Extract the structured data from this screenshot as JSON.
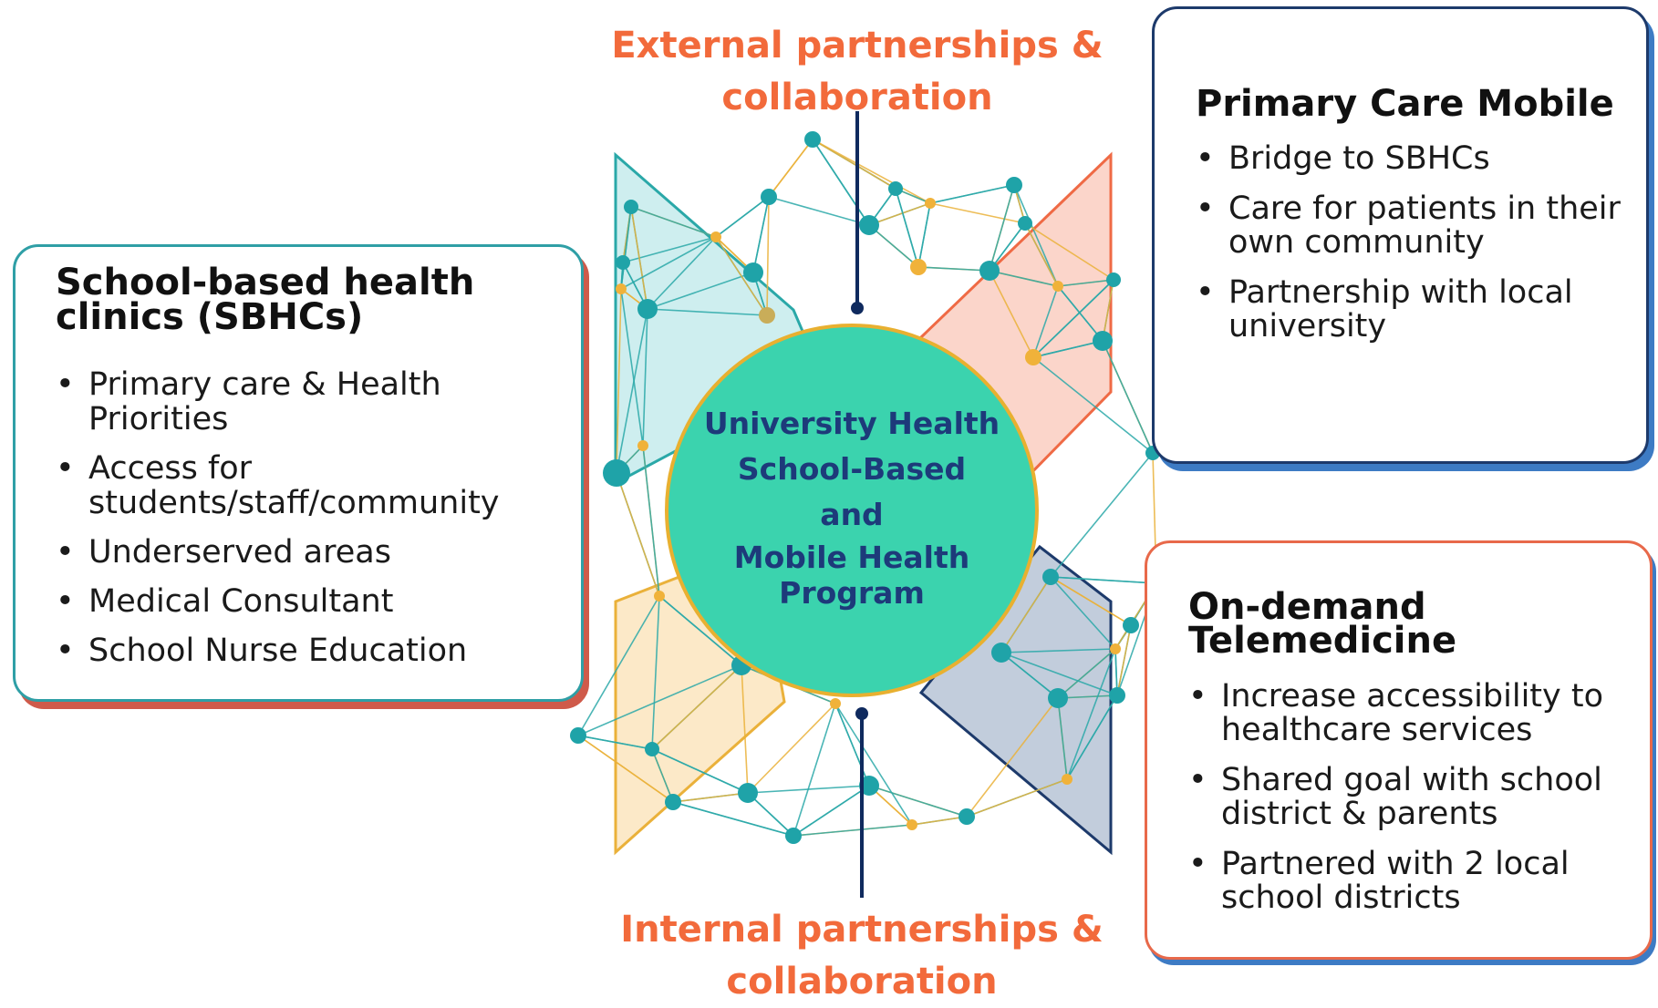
{
  "center": {
    "lines": [
      "University Health",
      "School-Based",
      "and",
      "Mobile Health",
      "Program"
    ]
  },
  "external_label": "External partnerships & collaboration",
  "internal_label": "Internal partnerships & collaboration",
  "cards": {
    "sbhc": {
      "title": "School-based health clinics (SBHCs)",
      "items": [
        "Primary care & Health Priorities",
        "Access for students/staff/community",
        "Underserved areas",
        "Medical Consultant",
        "School Nurse Education"
      ]
    },
    "mobile": {
      "title": "Primary Care Mobile",
      "items": [
        "Bridge to SBHCs",
        "Care for patients in their own community",
        "Partnership with local university"
      ]
    },
    "telemedicine": {
      "title": "On-demand Telemedicine",
      "items": [
        "Increase accessibility to healthcare services",
        "Shared goal with school district & parents",
        "Partnered with 2 local school districts"
      ]
    }
  },
  "colors": {
    "teal": "#2aa8a8",
    "gold": "#eab13a",
    "coral": "#ef6a45",
    "navy": "#1d3a6b",
    "hub_fill": "#3bd3ae",
    "label_orange": "#f26a3b"
  }
}
